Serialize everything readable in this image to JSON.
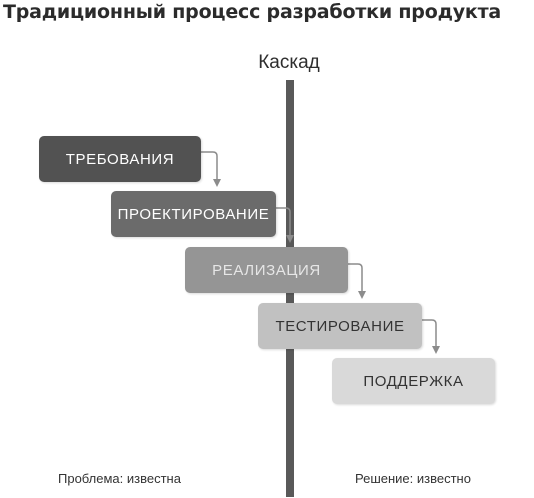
{
  "title": "Традиционный процесс разработки продукта",
  "axis_label": "Каскад",
  "stages": [
    {
      "label": "ТРЕБОВАНИЯ"
    },
    {
      "label": "ПРОЕКТИРОВАНИЕ"
    },
    {
      "label": "РЕАЛИЗАЦИЯ"
    },
    {
      "label": "ТЕСТИРОВАНИЕ"
    },
    {
      "label": "ПОДДЕРЖКА"
    }
  ],
  "footer": {
    "left": "Проблема: известна",
    "right": "Решение: известно"
  },
  "colors": {
    "spine": "#595959",
    "stage_1": "#525252",
    "stage_2": "#6b6b6b",
    "stage_3": "#959595",
    "stage_4": "#c1c1c1",
    "stage_5": "#d9d9d9",
    "arrow": "#8c8c8c"
  }
}
